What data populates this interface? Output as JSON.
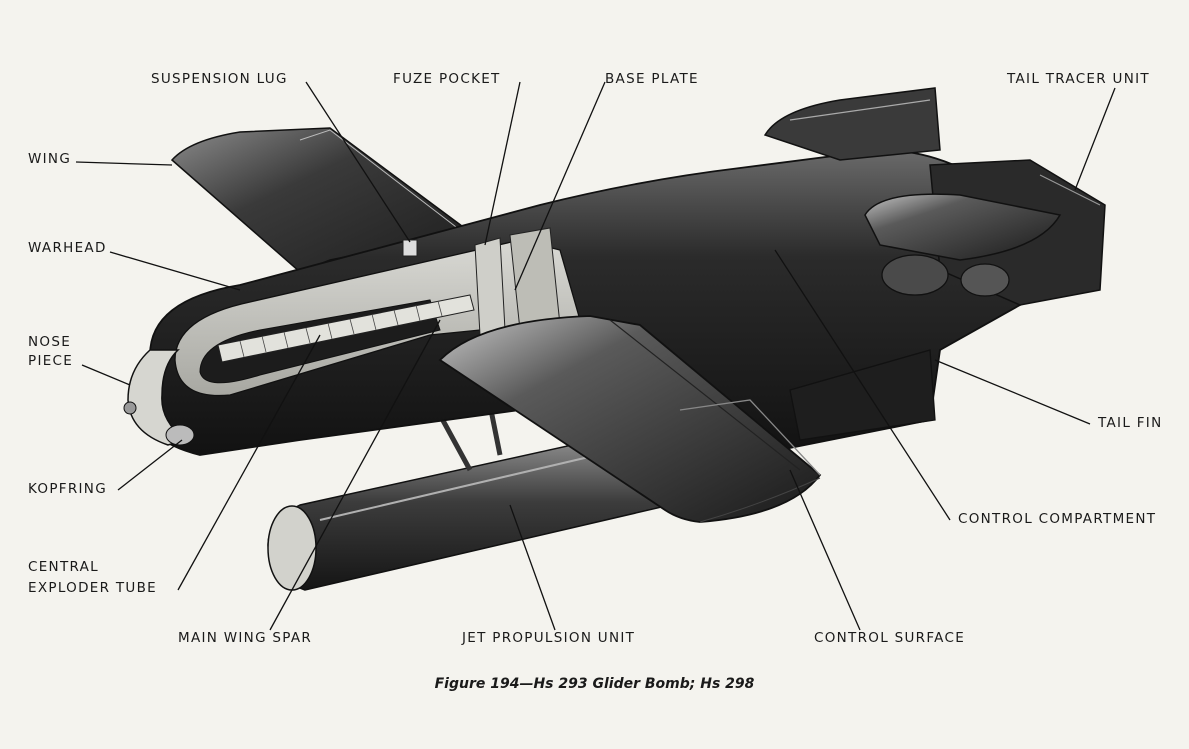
{
  "labels": {
    "suspension_lug": "SUSPENSION LUG",
    "fuze_pocket": "FUZE POCKET",
    "base_plate": "BASE PLATE",
    "tail_tracer_unit": "TAIL TRACER UNIT",
    "wing": "WING",
    "warhead": "WARHEAD",
    "nose_piece_line1": "NOSE",
    "nose_piece_line2": "PIECE",
    "kopfring": "KOPFRING",
    "central_exploder_tube_line1": "CENTRAL",
    "central_exploder_tube_line2": "EXPLODER TUBE",
    "main_wing_spar": "MAIN WING SPAR",
    "jet_propulsion_unit": "JET PROPULSION UNIT",
    "control_surface": "CONTROL SURFACE",
    "control_compartment": "CONTROL COMPARTMENT",
    "tail_fin": "TAIL FIN"
  },
  "caption": "Figure 194—Hs 293 Glider Bomb; Hs 298"
}
